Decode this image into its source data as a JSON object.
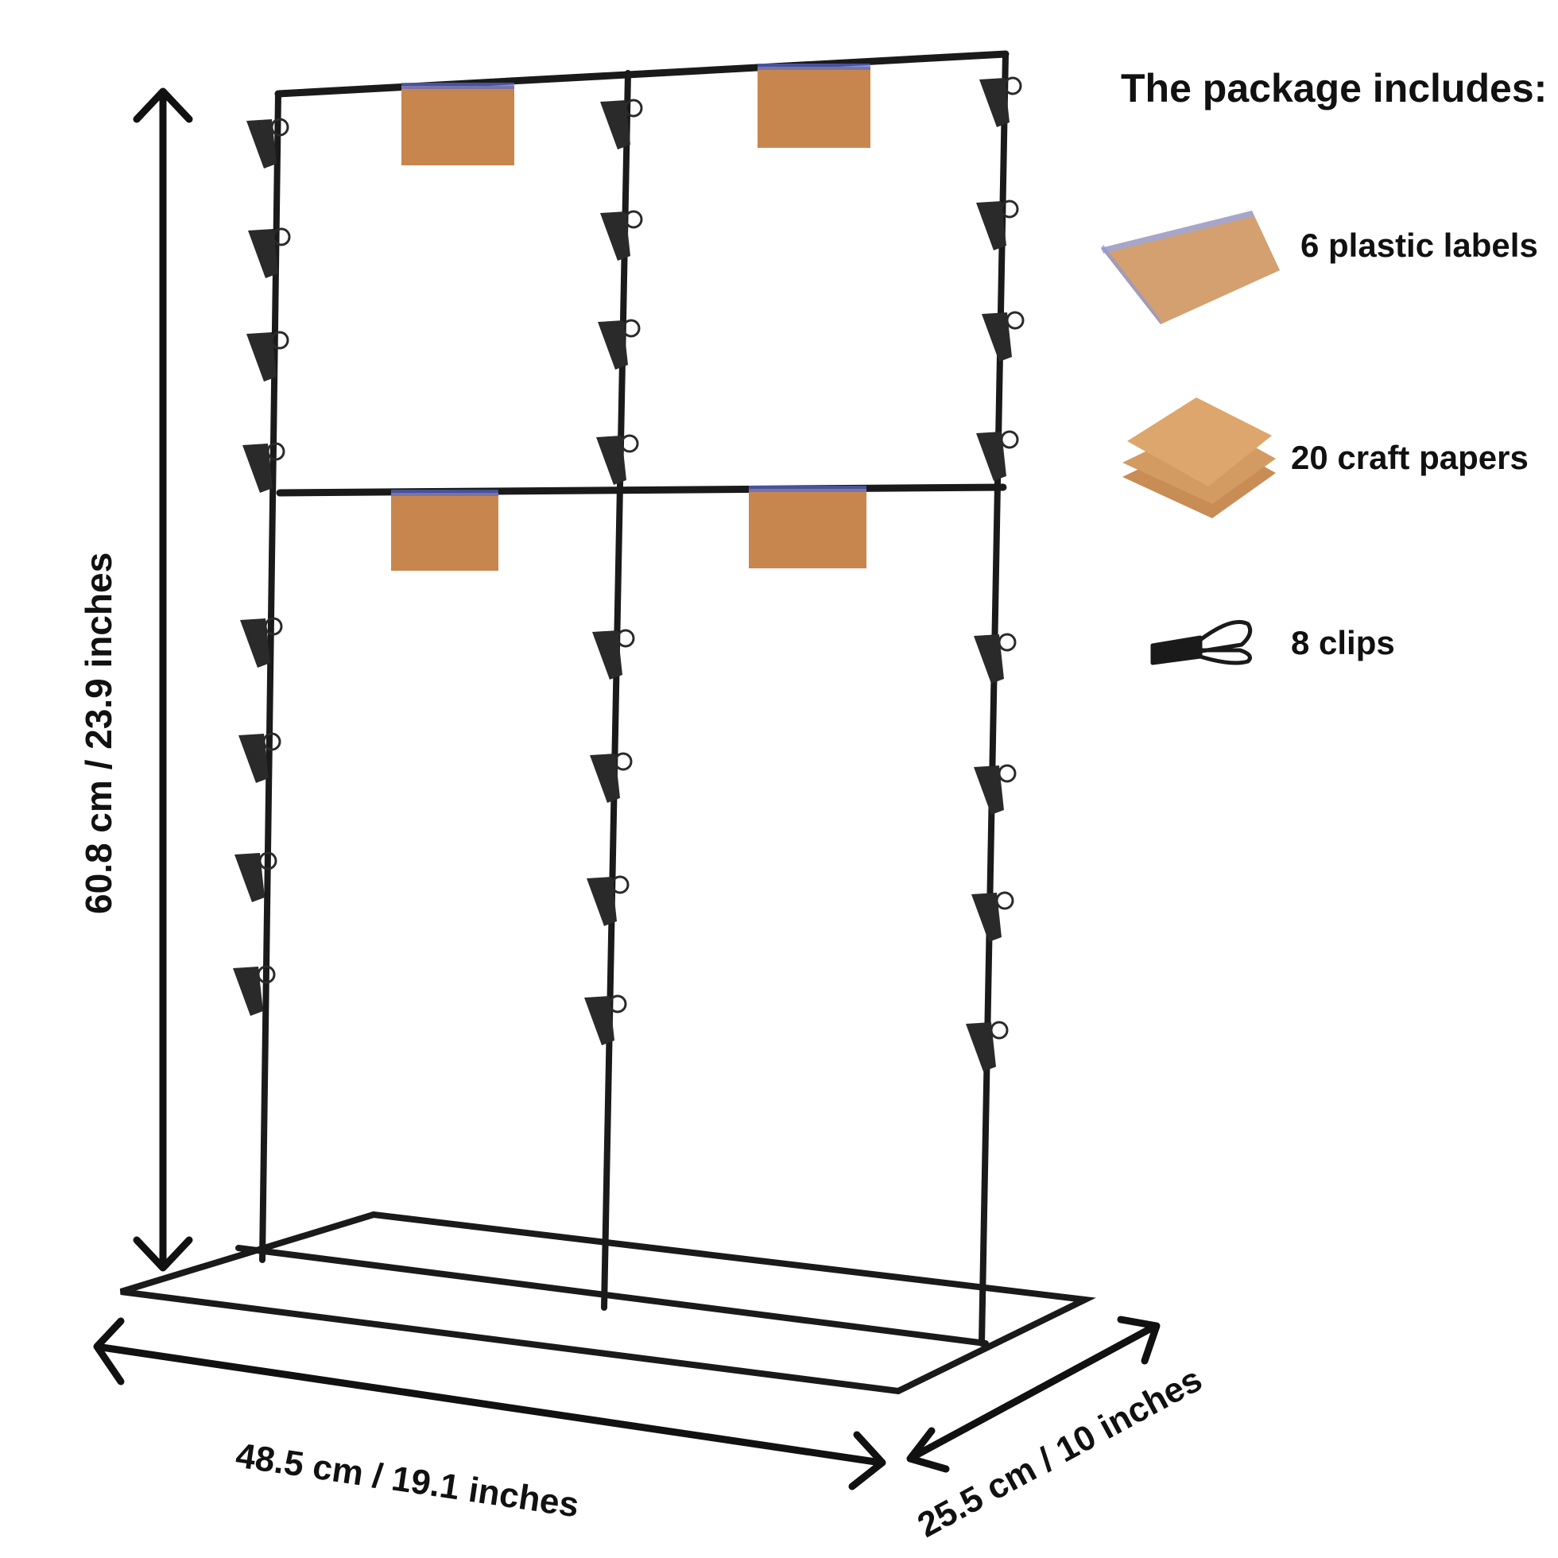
{
  "dimensions": {
    "height": "60.8 cm / 23.9 inches",
    "width": "48.5 cm / 19.1 inches",
    "depth": "25.5 cm / 10 inches"
  },
  "package": {
    "title": "The package includes:",
    "items": [
      {
        "label": "6 plastic labels",
        "icon": "plastic-label-icon"
      },
      {
        "label": "20 craft papers",
        "icon": "craft-paper-icon"
      },
      {
        "label": "8 clips",
        "icon": "binder-clip-icon"
      }
    ]
  },
  "colors": {
    "frame": "#1a1a1a",
    "kraft": "#c8864f",
    "kraft_light": "#d9a877",
    "label_edge": "#5a6bd0",
    "text": "#111111"
  }
}
